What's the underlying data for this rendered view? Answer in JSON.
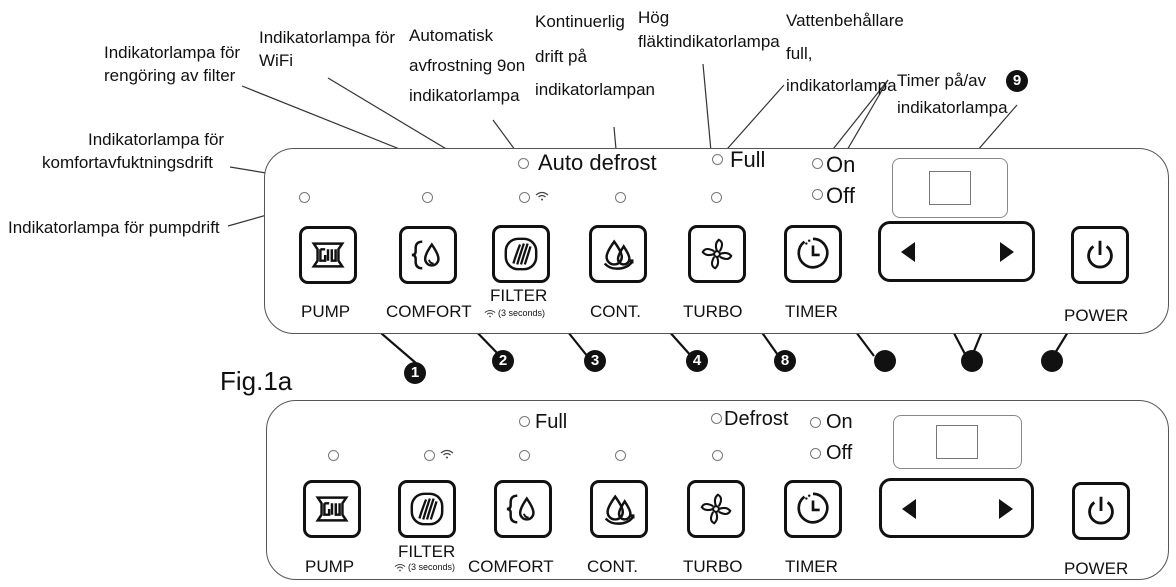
{
  "annotations": {
    "pump_lamp": "Indikatorlampa för pumpdrift",
    "comfort_lamp_l1": "Indikatorlampa för",
    "comfort_lamp_l2": "komfortavfuktningsdrift",
    "filter_lamp_l1": "Indikatorlampa för",
    "filter_lamp_l2": "rengöring av filter",
    "wifi_lamp_l1": "Indikatorlampa för",
    "wifi_lamp_l2": "WiFi",
    "defrost_lamp_l1": "Automatisk",
    "defrost_lamp_l2": "avfrostning 9on",
    "defrost_lamp_l3": "indikatorlampa",
    "cont_lamp_l1": "Kontinuerlig",
    "cont_lamp_l2": "drift på",
    "cont_lamp_l3": "indikatorlampan",
    "turbo_lamp_l1": "Hög",
    "turbo_lamp_l2": "fläktindikatorlampa",
    "full_lamp_l1": "Vattenbehållare",
    "full_lamp_l2": "full,",
    "full_lamp_l3": "indikatorlampa",
    "timer_lamp_l1": "Timer på/av",
    "timer_lamp_l2": "indikatorlampa"
  },
  "panel1": {
    "auto_defrost": "Auto defrost",
    "full": "Full",
    "on": "On",
    "off": "Off",
    "pump": "PUMP",
    "comfort": "COMFORT",
    "filter": "FILTER",
    "filter_sub": "(3 seconds)",
    "cont": "CONT.",
    "turbo": "TURBO",
    "timer": "TIMER",
    "power": "POWER"
  },
  "markers": [
    "1",
    "2",
    "3",
    "4",
    "8",
    "9"
  ],
  "fig_label": "Fig.1a",
  "panel2": {
    "full": "Full",
    "defrost": "Defrost",
    "on": "On",
    "off": "Off",
    "pump": "PUMP",
    "filter": "FILTER",
    "filter_sub": "(3 seconds)",
    "comfort": "COMFORT",
    "cont": "CONT.",
    "turbo": "TURBO",
    "timer": "TIMER",
    "power": "POWER"
  }
}
